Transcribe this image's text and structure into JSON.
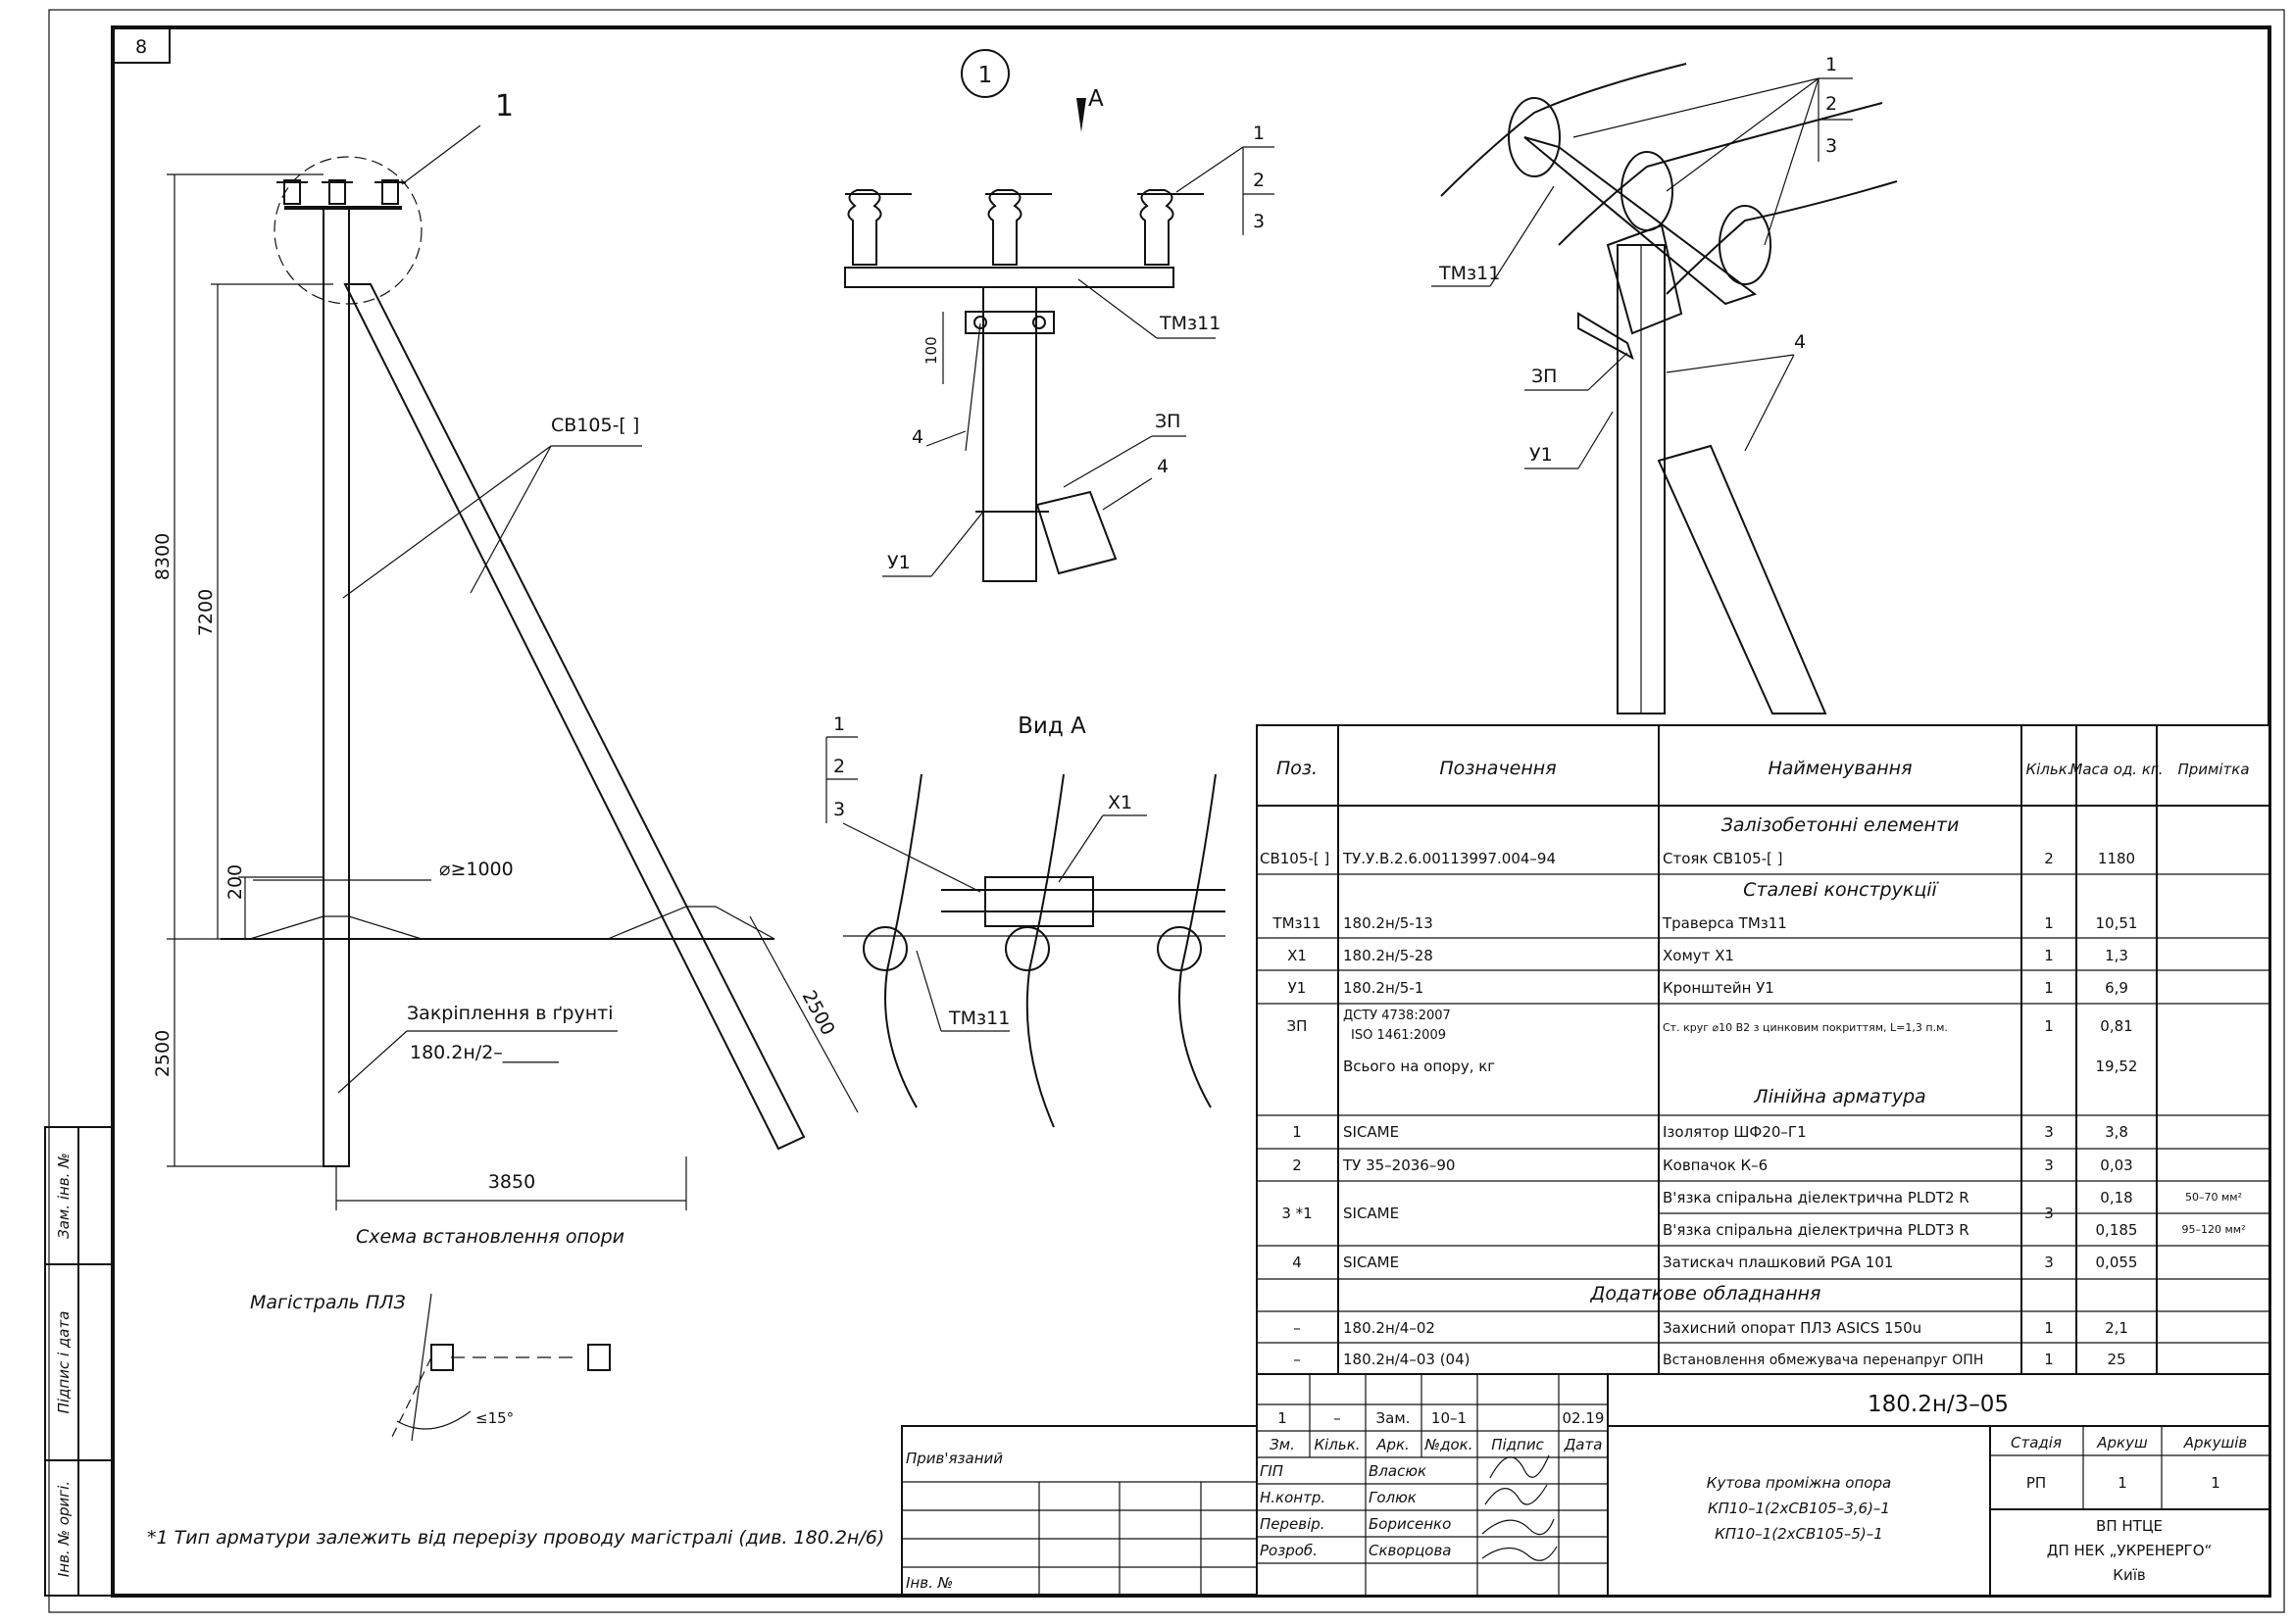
{
  "sheet": {
    "page_number": "8",
    "view_callout": "1",
    "view_arrow_label": "A",
    "view_a_title": "Вид А"
  },
  "scheme": {
    "callout": "1",
    "pole_label": "СВ105-[    ]",
    "dim_8300": "8300",
    "dim_7200": "7200",
    "dim_200": "200",
    "dim_2500_v": "2500",
    "dim_3850": "3850",
    "dim_2500_s": "2500",
    "pit_label": "⌀≥1000",
    "fixing_label": "Закріплення в ґрунті",
    "fixing_ref": "180.2н/2–______",
    "caption": "Схема встановлення опори",
    "line_label": "Магістраль ПЛЗ",
    "angle_label": "≤15°"
  },
  "detail1": {
    "labels": [
      "1",
      "2",
      "3",
      "ТМз11",
      "ЗП",
      "4",
      "4",
      "У1"
    ],
    "dim_100": "100"
  },
  "iso": {
    "labels": [
      "1",
      "2",
      "3",
      "ТМз11",
      "4",
      "ЗП",
      "У1"
    ]
  },
  "view_a": {
    "labels": [
      "1",
      "2",
      "3",
      "Х1",
      "ТМз11"
    ]
  },
  "spec": {
    "headers": [
      "Поз.",
      "Позначення",
      "Найменування",
      "Кільк.",
      "Маса од. кг.",
      "Примітка"
    ],
    "sections": [
      "Залізобетонні елементи",
      "Сталеві конструкції",
      "Лінійна арматура",
      "Додаткове обладнання"
    ],
    "rows": [
      {
        "pos": "СВ105-[  ]",
        "code": "ТУ.У.В.2.6.00113997.004–94",
        "name": "Стояк СВ105-[          ]",
        "qty": "2",
        "mass": "1180",
        "note": ""
      },
      {
        "pos": "ТМз11",
        "code": "180.2н/5-13",
        "name": "Траверса ТМз11",
        "qty": "1",
        "mass": "10,51",
        "note": ""
      },
      {
        "pos": "Х1",
        "code": "180.2н/5-28",
        "name": "Хомут Х1",
        "qty": "1",
        "mass": "1,3",
        "note": ""
      },
      {
        "pos": "У1",
        "code": "180.2н/5-1",
        "name": "Кронштейн У1",
        "qty": "1",
        "mass": "6,9",
        "note": ""
      },
      {
        "pos": "ЗП",
        "code": "ДСТУ 4738:2007",
        "code2": "ISO 1461:2009",
        "name": "Ст. круг ⌀10 В2 з цинковим покриттям, L=1,3 п.м.",
        "qty": "1",
        "mass": "0,81",
        "note": ""
      },
      {
        "pos": "",
        "code": "Всього на опору, кг",
        "name": "",
        "qty": "",
        "mass": "19,52",
        "note": ""
      },
      {
        "pos": "1",
        "code": "SICAME",
        "name": "Ізолятор ШФ20–Г1",
        "qty": "3",
        "mass": "3,8",
        "note": ""
      },
      {
        "pos": "2",
        "code": "ТУ 35–2036–90",
        "name": "Ковпачок К–6",
        "qty": "3",
        "mass": "0,03",
        "note": ""
      },
      {
        "pos": "3 *1",
        "code": "SICAME",
        "name": "В'язка спіральна діелектрична PLDT2 R",
        "qty": "3",
        "mass": "0,18",
        "note": "50–70 мм²"
      },
      {
        "pos": "",
        "code": "",
        "name": "В'язка спіральна діелектрична PLDT3 R",
        "qty": "",
        "mass": "0,185",
        "note": "95–120 мм²"
      },
      {
        "pos": "4",
        "code": "SICAME",
        "name": "Затискач плашковий PGA 101",
        "qty": "3",
        "mass": "0,055",
        "note": ""
      },
      {
        "pos": "–",
        "code": "180.2н/4–02",
        "name": "Захисний опорат ПЛЗ ASICS 150u",
        "qty": "1",
        "mass": "2,1",
        "note": ""
      },
      {
        "pos": "–",
        "code": "180.2н/4–03 (04)",
        "name": "Встановлення обмежувача перенапруг ОПН",
        "qty": "1",
        "mass": "25",
        "note": ""
      }
    ]
  },
  "stamp": {
    "doc_code": "180.2н/3–05",
    "change_row": [
      "1",
      "–",
      "Зам.",
      "10–1",
      "",
      "02.19"
    ],
    "headers": [
      "Зм.",
      "Кільк.",
      "Арк.",
      "№док.",
      "Підпис",
      "Дата"
    ],
    "roles": [
      "ГІП",
      "Н.контр.",
      "Перевір.",
      "Розроб."
    ],
    "names": [
      "Власюк",
      "Голюк",
      "Борисенко",
      "Скворцова"
    ],
    "title_lines": [
      "Кутова проміжна опора",
      "КП10–1(2хСВ105–3,6)–1",
      "КП10–1(2хСВ105–5)–1"
    ],
    "stage_headers": [
      "Стадія",
      "Аркуш",
      "Аркушів"
    ],
    "stage_values": [
      "РП",
      "1",
      "1"
    ],
    "org_lines": [
      "ВП НТЦЕ",
      "ДП НЕК „УКРЕНЕРГО“",
      "Київ"
    ],
    "tied": "Прив'язаний",
    "inv": "Інв. №"
  },
  "side": {
    "labels": [
      "Зам. інв. №",
      "Підпис і дата",
      "Інв. № оригі."
    ]
  },
  "footnote": "*1 Тип арматури залежить від перерізу проводу магістралі (див. 180.2н/6)"
}
